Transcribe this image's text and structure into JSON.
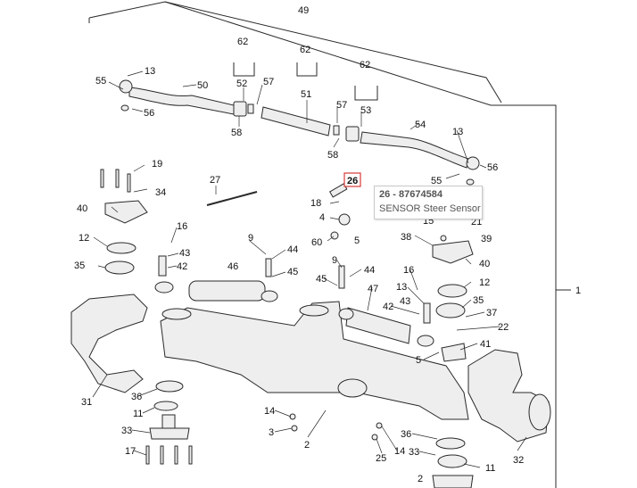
{
  "callouts": [
    "49",
    "62",
    "62",
    "62",
    "13",
    "55",
    "50",
    "52",
    "57",
    "51",
    "57",
    "53",
    "54",
    "56",
    "58",
    "58",
    "13",
    "55",
    "56",
    "19",
    "27",
    "26",
    "34",
    "18",
    "4",
    "60",
    "5",
    "21",
    "15",
    "39",
    "40",
    "16",
    "12",
    "43",
    "42",
    "35",
    "9",
    "44",
    "46",
    "45",
    "9",
    "44",
    "38",
    "40",
    "16",
    "12",
    "13",
    "43",
    "45",
    "47",
    "42",
    "35",
    "37",
    "22",
    "41",
    "5",
    "31",
    "36",
    "11",
    "33",
    "17",
    "14",
    "3",
    "2",
    "25",
    "14",
    "36",
    "33",
    "11",
    "32",
    "1",
    "2"
  ],
  "selected_callout": "26",
  "tooltip": {
    "title": "26 - 87674584",
    "description": "SENSOR Steer Sensor"
  },
  "colors": {
    "line": "#2a2a2a",
    "part_fill": "#eeeeee",
    "highlight": "#d83a3a",
    "tooltip_border": "#c9c9c9",
    "tooltip_text": "#555555"
  }
}
